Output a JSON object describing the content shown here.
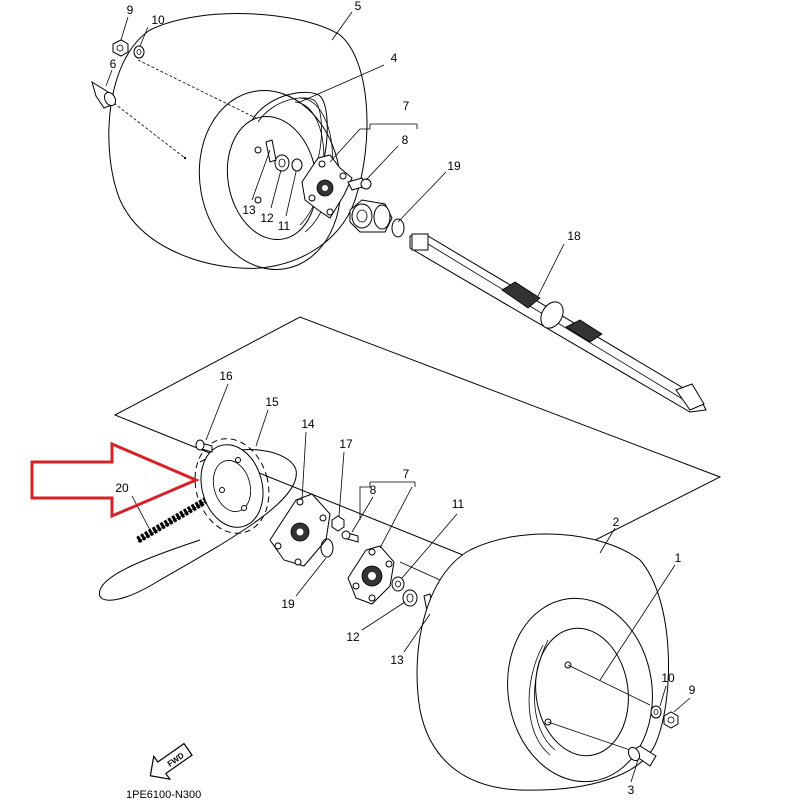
{
  "diagram": {
    "callouts": {
      "c1": "1",
      "c2": "2",
      "c3": "3",
      "c4": "4",
      "c5": "5",
      "c6": "6",
      "c7_top": "7",
      "c7_bottom": "7",
      "c8_top": "8",
      "c8_bottom": "8",
      "c9_top": "9",
      "c9_bottom": "9",
      "c10_top": "10",
      "c10_bottom": "10",
      "c11_top": "11",
      "c11_bottom": "11",
      "c12_top": "12",
      "c12_bottom": "12",
      "c13_top": "13",
      "c13_bottom": "13",
      "c14": "14",
      "c15": "15",
      "c16": "16",
      "c17": "17",
      "c18": "18",
      "c19_top": "19",
      "c19_bottom": "19",
      "c20": "20"
    },
    "fwd_label": "FWD",
    "drawing_code": "1PE6100-N300",
    "highlight_color": "#d62128"
  }
}
